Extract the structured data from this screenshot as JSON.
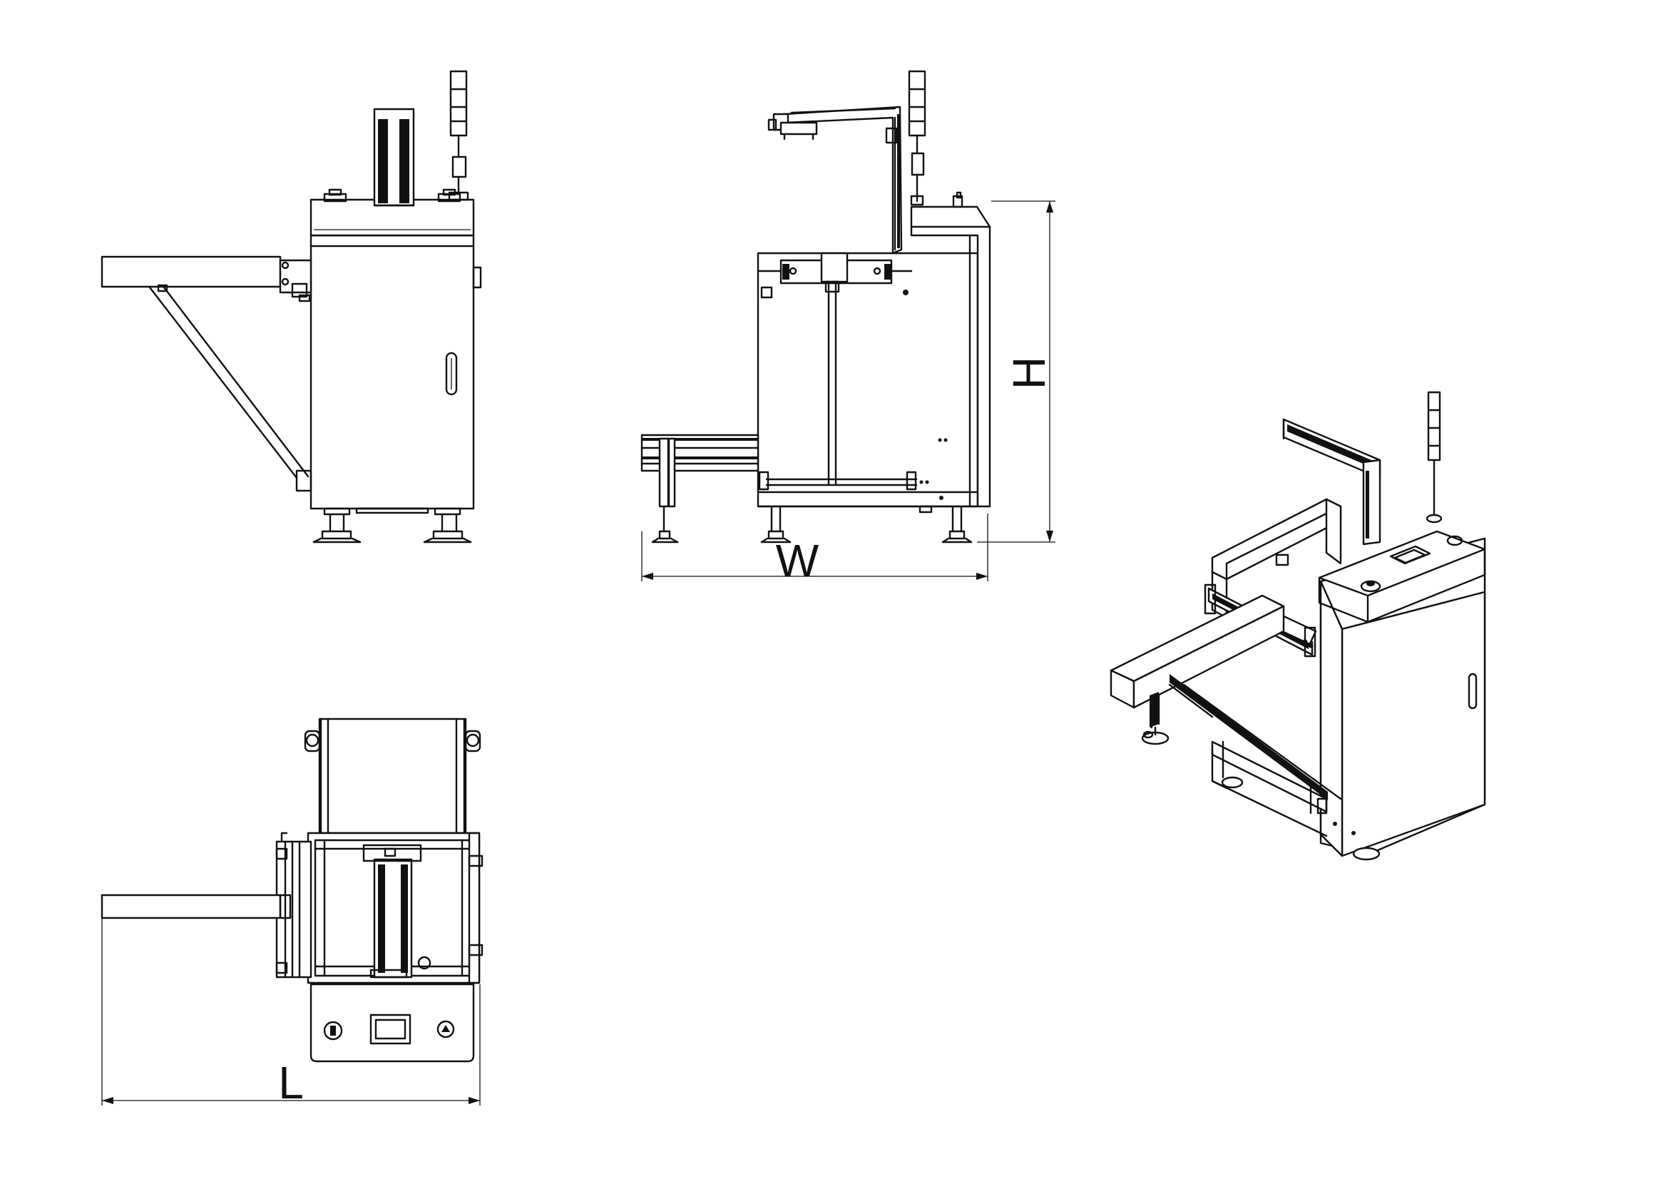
{
  "dimensions": {
    "width_label": "W",
    "height_label": "H",
    "length_label": "L"
  },
  "colors": {
    "line": "#111111",
    "background": "#ffffff"
  }
}
